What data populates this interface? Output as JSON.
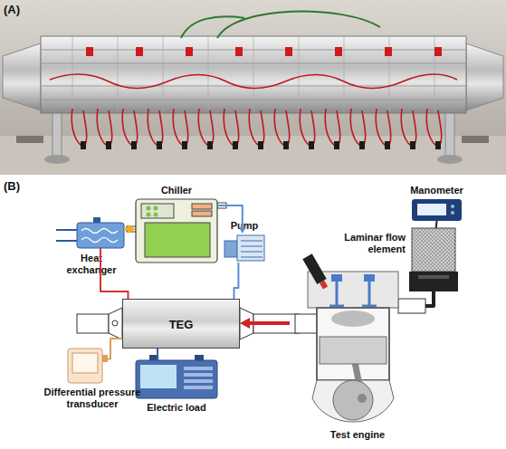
{
  "diagram": {
    "nodes": [
      {
        "text": [
          "Chiller"
        ]
      },
      {
        "text": [
          "Pump"
        ]
      },
      {
        "text": [
          "Heat exchanger"
        ]
      },
      {
        "text": [
          "TEG"
        ]
      },
      {
        "text": [
          "Electric load"
        ]
      },
      {
        "text": [
          "Differential pressure transducer"
        ]
      },
      {
        "text": [
          "Test engine"
        ]
      },
      {
        "text": [
          "Manometer"
        ]
      },
      {
        "text": [
          "Laminar flow element"
        ]
      }
    ],
    "edges": [
      {
        "from": 0,
        "to": 1,
        "arrow": "to"
      },
      {
        "from": 1,
        "to": 3,
        "arrow": "none"
      },
      {
        "from": 3,
        "to": 2,
        "arrow": "none"
      },
      {
        "from": 2,
        "to": 0,
        "arrow": "to"
      },
      {
        "from": 3,
        "to": 4,
        "arrow": "none"
      },
      {
        "from": 3,
        "to": 5,
        "arrow": "none"
      },
      {
        "from": 6,
        "to": 3,
        "arrow": "to"
      },
      {
        "from": 7,
        "to": 8,
        "arrow": "none"
      },
      {
        "from": 8,
        "to": 6,
        "arrow": "none"
      }
    ],
    "labels": [
      "(A)",
      "(B)"
    ]
  }
}
